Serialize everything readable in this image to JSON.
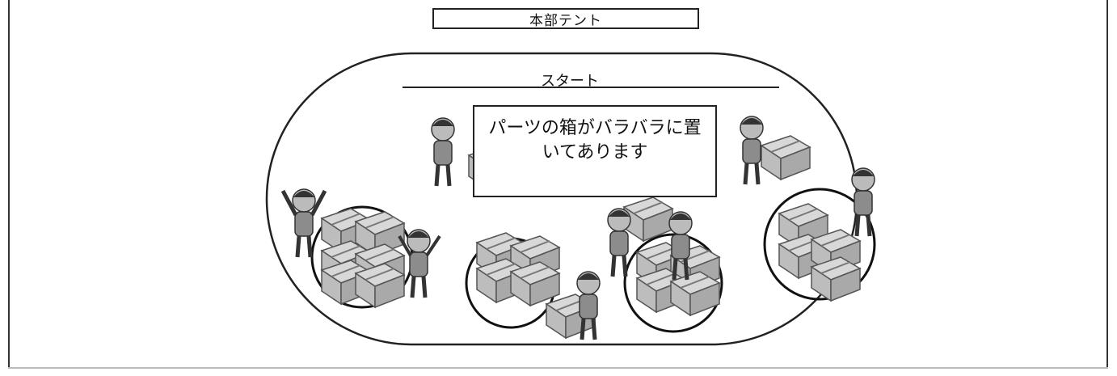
{
  "tent": {
    "label": "本部テント"
  },
  "track": {
    "start_label": "スタート"
  },
  "note": {
    "line1": "パーツの箱がバラバラに置",
    "line2": "いてあります"
  }
}
